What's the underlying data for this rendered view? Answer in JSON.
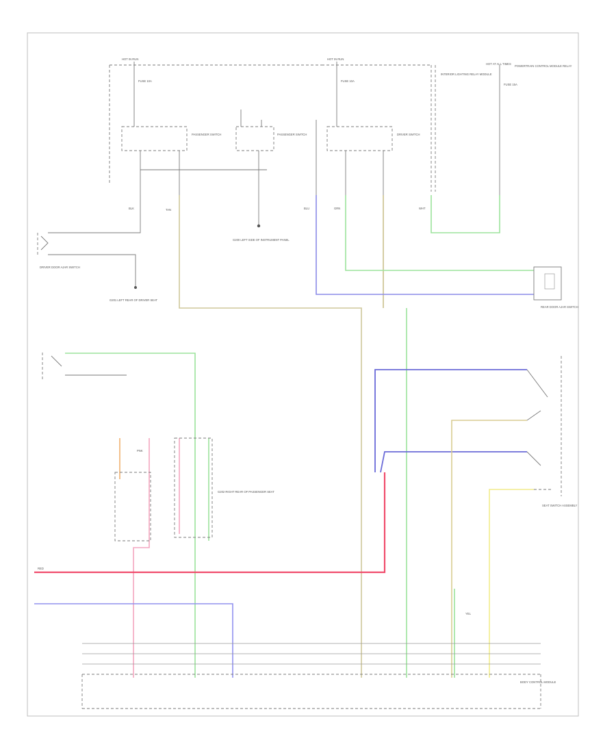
{
  "diagram": {
    "page_number": "",
    "labels": {
      "hot_in_run_1": "HOT IN RUN",
      "hot_in_run_2": "HOT IN RUN",
      "hot_at_all_times": "HOT AT ALL TIMES",
      "fuse_1": "FUSE 10A",
      "fuse_2": "FUSE 10A",
      "fuse_3": "FUSE 15A",
      "passenger_switch": "PASSENGER SWITCH",
      "passenger_switch_2": "PASSENGER SWITCH",
      "driver_switch": "DRIVER SWITCH",
      "dome_relay_note": "INTERIOR LIGHTING RELAY MODULE",
      "hatch_relay_note": "POWERTRAIN CONTROL MODULE RELAY",
      "grounding_1": "G200 LEFT SIDE OF INSTRUMENT PANEL",
      "grounding_2": "G201 LEFT REAR OF DRIVER SEAT",
      "grounding_3": "G202 RIGHT REAR OF PASSENGER SEAT",
      "driver_door_ajar": "DRIVER DOOR AJAR SWITCH",
      "rear_door_note": "REAR DOOR AJAR SWITCH",
      "switch_assy_note": "SEAT SWITCH ASSEMBLY",
      "module_note": "BODY CONTROL MODULE",
      "wire_blu": "BLU",
      "wire_grn": "GRN",
      "wire_tan": "TAN",
      "wire_pnk": "PNK",
      "wire_yel": "YEL",
      "wire_blk": "BLK",
      "wire_red": "RED",
      "wire_wht": "WHT"
    }
  }
}
